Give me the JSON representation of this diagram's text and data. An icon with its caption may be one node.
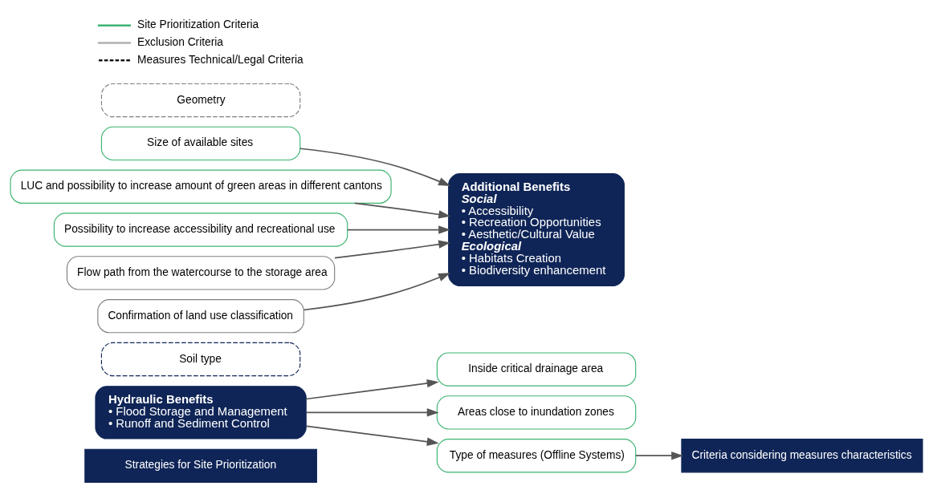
{
  "diagram": {
    "nodes": [
      {
        "text": [
          "Strategies for Site Prioritization"
        ]
      },
      {
        "text": [
          "Hydraulic Benefits",
          "• Flood Storage and Management",
          "• Runoff and Sediment Control"
        ]
      },
      {
        "text": [
          "Inside critical drainage area"
        ]
      },
      {
        "text": [
          "Areas close to inundation zones"
        ]
      },
      {
        "text": [
          "Type of measures (Offline Systems)"
        ]
      },
      {
        "text": [
          "Criteria considering measures characteristics"
        ]
      },
      {
        "text": [
          "Soil type"
        ]
      },
      {
        "text": [
          "Size of available sites"
        ]
      },
      {
        "text": [
          "LUC and possibility to increase amount of green areas in different cantons"
        ]
      },
      {
        "text": [
          "Possibility to increase accessibility and recreational use"
        ]
      },
      {
        "text": [
          "Geometry"
        ]
      },
      {
        "text": [
          "Flow path from the watercourse to the storage area"
        ]
      },
      {
        "text": [
          "Confirmation of land use classification"
        ]
      },
      {
        "text": [
          "Additional Benefits",
          "Social",
          "• Accessibility",
          "• Recreation Opportunities",
          "• Aesthetic/Cultural Value",
          "Ecological",
          "• Habitats Creation",
          "• Biodiversity enhancement"
        ]
      }
    ],
    "edges": [
      {
        "from": 1,
        "to": 2,
        "arrow": "to"
      },
      {
        "from": 1,
        "to": 3,
        "arrow": "to"
      },
      {
        "from": 1,
        "to": 4,
        "arrow": "to"
      },
      {
        "from": 4,
        "to": 5,
        "arrow": "to"
      },
      {
        "from": 7,
        "to": 13,
        "arrow": "to"
      },
      {
        "from": 8,
        "to": 13,
        "arrow": "to"
      },
      {
        "from": 9,
        "to": 13,
        "arrow": "to"
      },
      {
        "from": 11,
        "to": 13,
        "arrow": "to"
      },
      {
        "from": 12,
        "to": 13,
        "arrow": "to"
      }
    ],
    "legend": [
      {
        "text": "Site Prioritization Criteria"
      },
      {
        "text": "Exclusion Criteria"
      },
      {
        "text": "Measures Technical/Legal Criteria"
      }
    ]
  }
}
